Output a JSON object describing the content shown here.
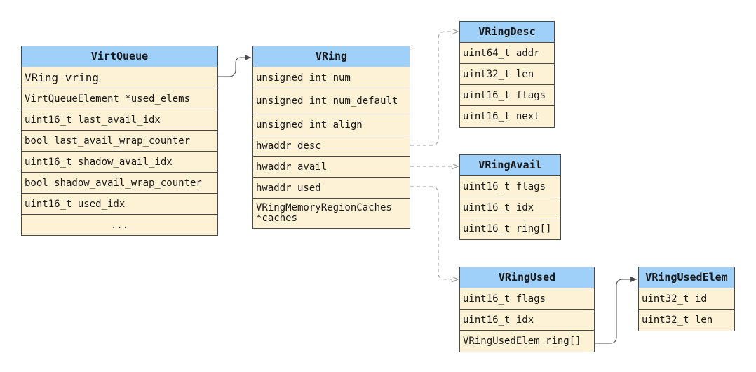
{
  "structs": [
    {
      "id": "virtqueue",
      "title": "VirtQueue",
      "fields": [
        "VRing vring",
        "VirtQueueElement *used_elems",
        "uint16_t last_avail_idx",
        "bool last_avail_wrap_counter",
        "uint16_t shadow_avail_idx",
        "bool shadow_avail_wrap_counter",
        "uint16_t used_idx",
        "..."
      ]
    },
    {
      "id": "vring",
      "title": "VRing",
      "fields": [
        "unsigned int num",
        "unsigned int num_default",
        "unsigned int align",
        "hwaddr desc",
        "hwaddr avail",
        "hwaddr used",
        "VRingMemoryRegionCaches\n*caches"
      ]
    },
    {
      "id": "vringdesc",
      "title": "VRingDesc",
      "fields": [
        "uint64_t addr",
        "uint32_t len",
        "uint16_t flags",
        "uint16_t next"
      ]
    },
    {
      "id": "vringavail",
      "title": "VRingAvail",
      "fields": [
        "uint16_t flags",
        "uint16_t idx",
        "uint16_t ring[]"
      ]
    },
    {
      "id": "vringused",
      "title": "VRingUsed",
      "fields": [
        "uint16_t flags",
        "uint16_t idx",
        "VRingUsedElem ring[]"
      ]
    },
    {
      "id": "vringusedelem",
      "title": "VRingUsedElem",
      "fields": [
        "uint32_t id",
        "uint32_t len"
      ]
    }
  ],
  "links": [
    {
      "from": "virtqueue.vring",
      "to": "vring",
      "style": "solid"
    },
    {
      "from": "vring.desc",
      "to": "vringdesc",
      "style": "dashed"
    },
    {
      "from": "vring.avail",
      "to": "vringavail",
      "style": "dashed"
    },
    {
      "from": "vring.used",
      "to": "vringused",
      "style": "dashed"
    },
    {
      "from": "vringused.ring",
      "to": "vringusedelem",
      "style": "solid"
    }
  ],
  "colors": {
    "header_fill": "#9fd0fa",
    "field_fill": "#fdf1d6",
    "border": "#4a4a4a",
    "solid_link": "#4a4a4a",
    "dashed_link": "#9a9a9a"
  }
}
